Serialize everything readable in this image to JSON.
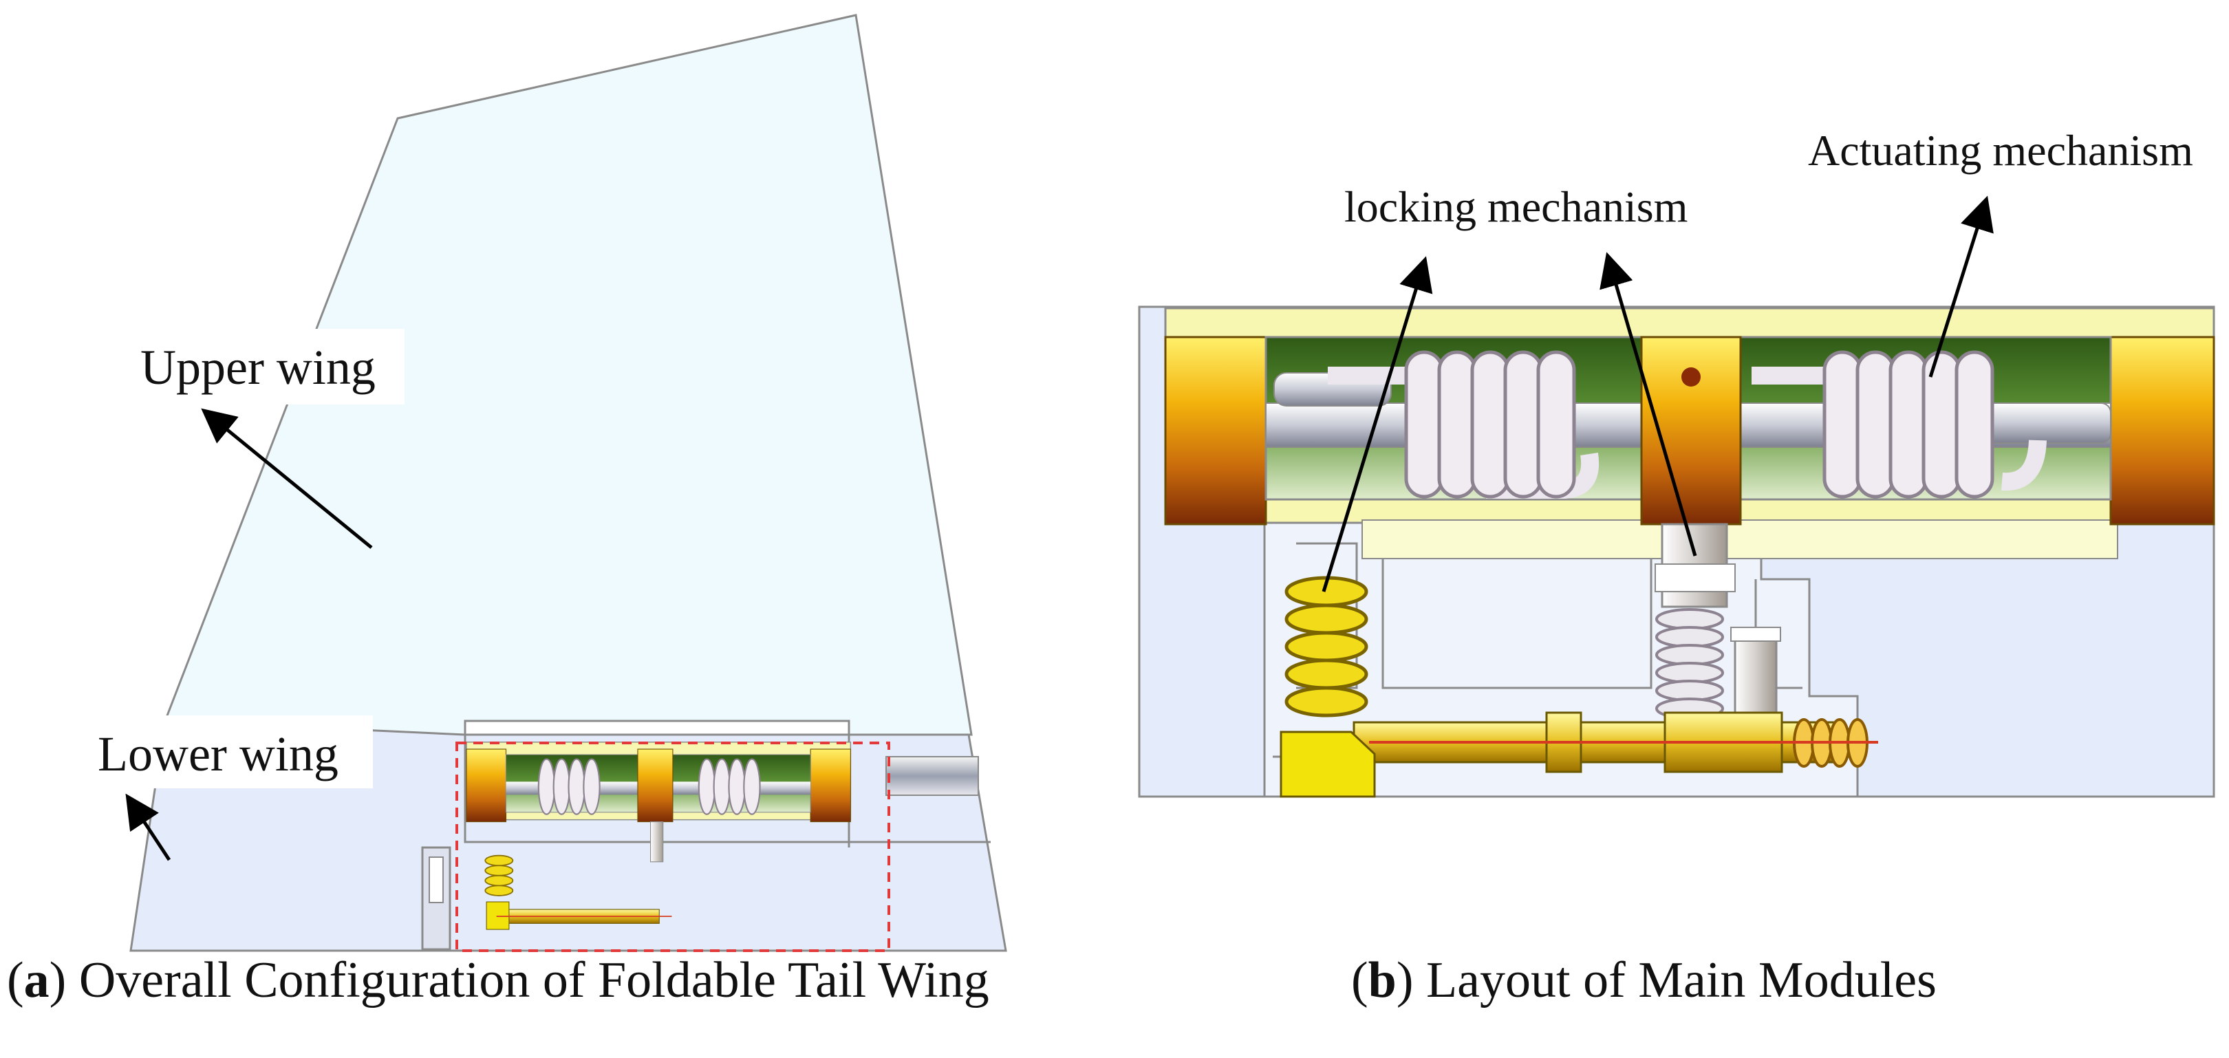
{
  "panel_a": {
    "labels": {
      "upper_wing": "Upper wing",
      "lower_wing": "Lower wing"
    },
    "caption": {
      "letter": "a",
      "text": "Overall Configuration of Foldable Tail Wing"
    }
  },
  "panel_b": {
    "labels": {
      "locking_mechanism": "locking mechanism",
      "actuating_mechanism": "Actuating mechanism"
    },
    "caption": {
      "letter": "b",
      "text": "Layout of Main Modules"
    }
  },
  "colors": {
    "upper_wing_fill": "#eefafd",
    "lower_wing_fill": "#e4ecfb",
    "outline": "#8a8a8a",
    "brass": "#e7b30a",
    "bronze": "#a84a10",
    "spring": "#efe9ef",
    "green_channel": "#4f7f2a",
    "yellow_shell": "#f7f7b2",
    "highlight_box": "#e23a3a",
    "red_rod": "#d63a20"
  }
}
